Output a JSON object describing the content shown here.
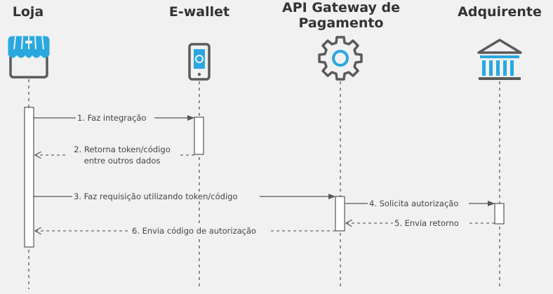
{
  "actors": [
    {
      "id": "loja",
      "title": "Loja",
      "icon": "store-icon"
    },
    {
      "id": "ewallet",
      "title": "E-wallet",
      "icon": "smartphone-icon"
    },
    {
      "id": "gateway",
      "title": "API Gateway de Pagamento",
      "icon": "gear-icon"
    },
    {
      "id": "adquirente",
      "title": "Adquirente",
      "icon": "bank-icon"
    }
  ],
  "messages": [
    {
      "step": 1,
      "from": "loja",
      "to": "ewallet",
      "type": "request",
      "label": "1. Faz integração"
    },
    {
      "step": 2,
      "from": "ewallet",
      "to": "loja",
      "type": "return",
      "label_lines": [
        "2. Retorna token/código",
        "entre outros dados"
      ]
    },
    {
      "step": 3,
      "from": "loja",
      "to": "gateway",
      "type": "request",
      "label": "3. Faz requisição utilizando token/código"
    },
    {
      "step": 4,
      "from": "gateway",
      "to": "adquirente",
      "type": "request",
      "label": "4. Solicita autorização"
    },
    {
      "step": 5,
      "from": "adquirente",
      "to": "gateway",
      "type": "return",
      "label": "5. Envia retorno"
    },
    {
      "step": 6,
      "from": "gateway",
      "to": "loja",
      "type": "return",
      "label": "6. Envia código de autorização"
    }
  ],
  "colors": {
    "accent": "#29a8e0",
    "line": "#555555",
    "dash": "#777777",
    "title": "#333333",
    "background": "#f0f1f0"
  }
}
